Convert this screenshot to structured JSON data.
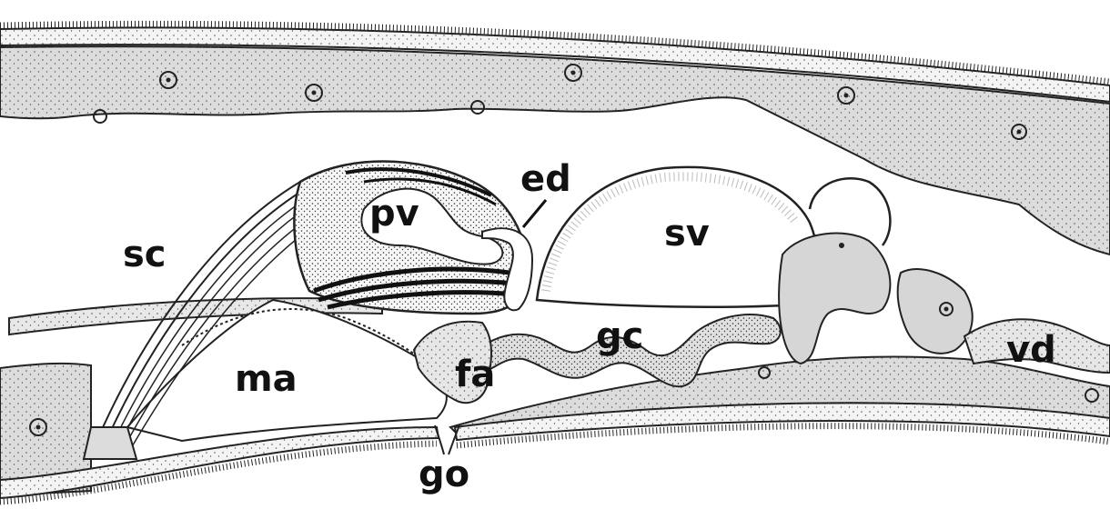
{
  "figure": {
    "type": "anatomical-sagittal-section",
    "colors": {
      "ink": "#1a1a1a",
      "tissue_fill": "#dcdcdc",
      "organ_fill": "#f2f2f2",
      "background": "#ffffff"
    }
  },
  "labels": {
    "sc": "sc",
    "pv": "pv",
    "ed": "ed",
    "sv": "sv",
    "gc": "gc",
    "fa": "fa",
    "ma": "ma",
    "go": "go",
    "vd": "vd"
  }
}
